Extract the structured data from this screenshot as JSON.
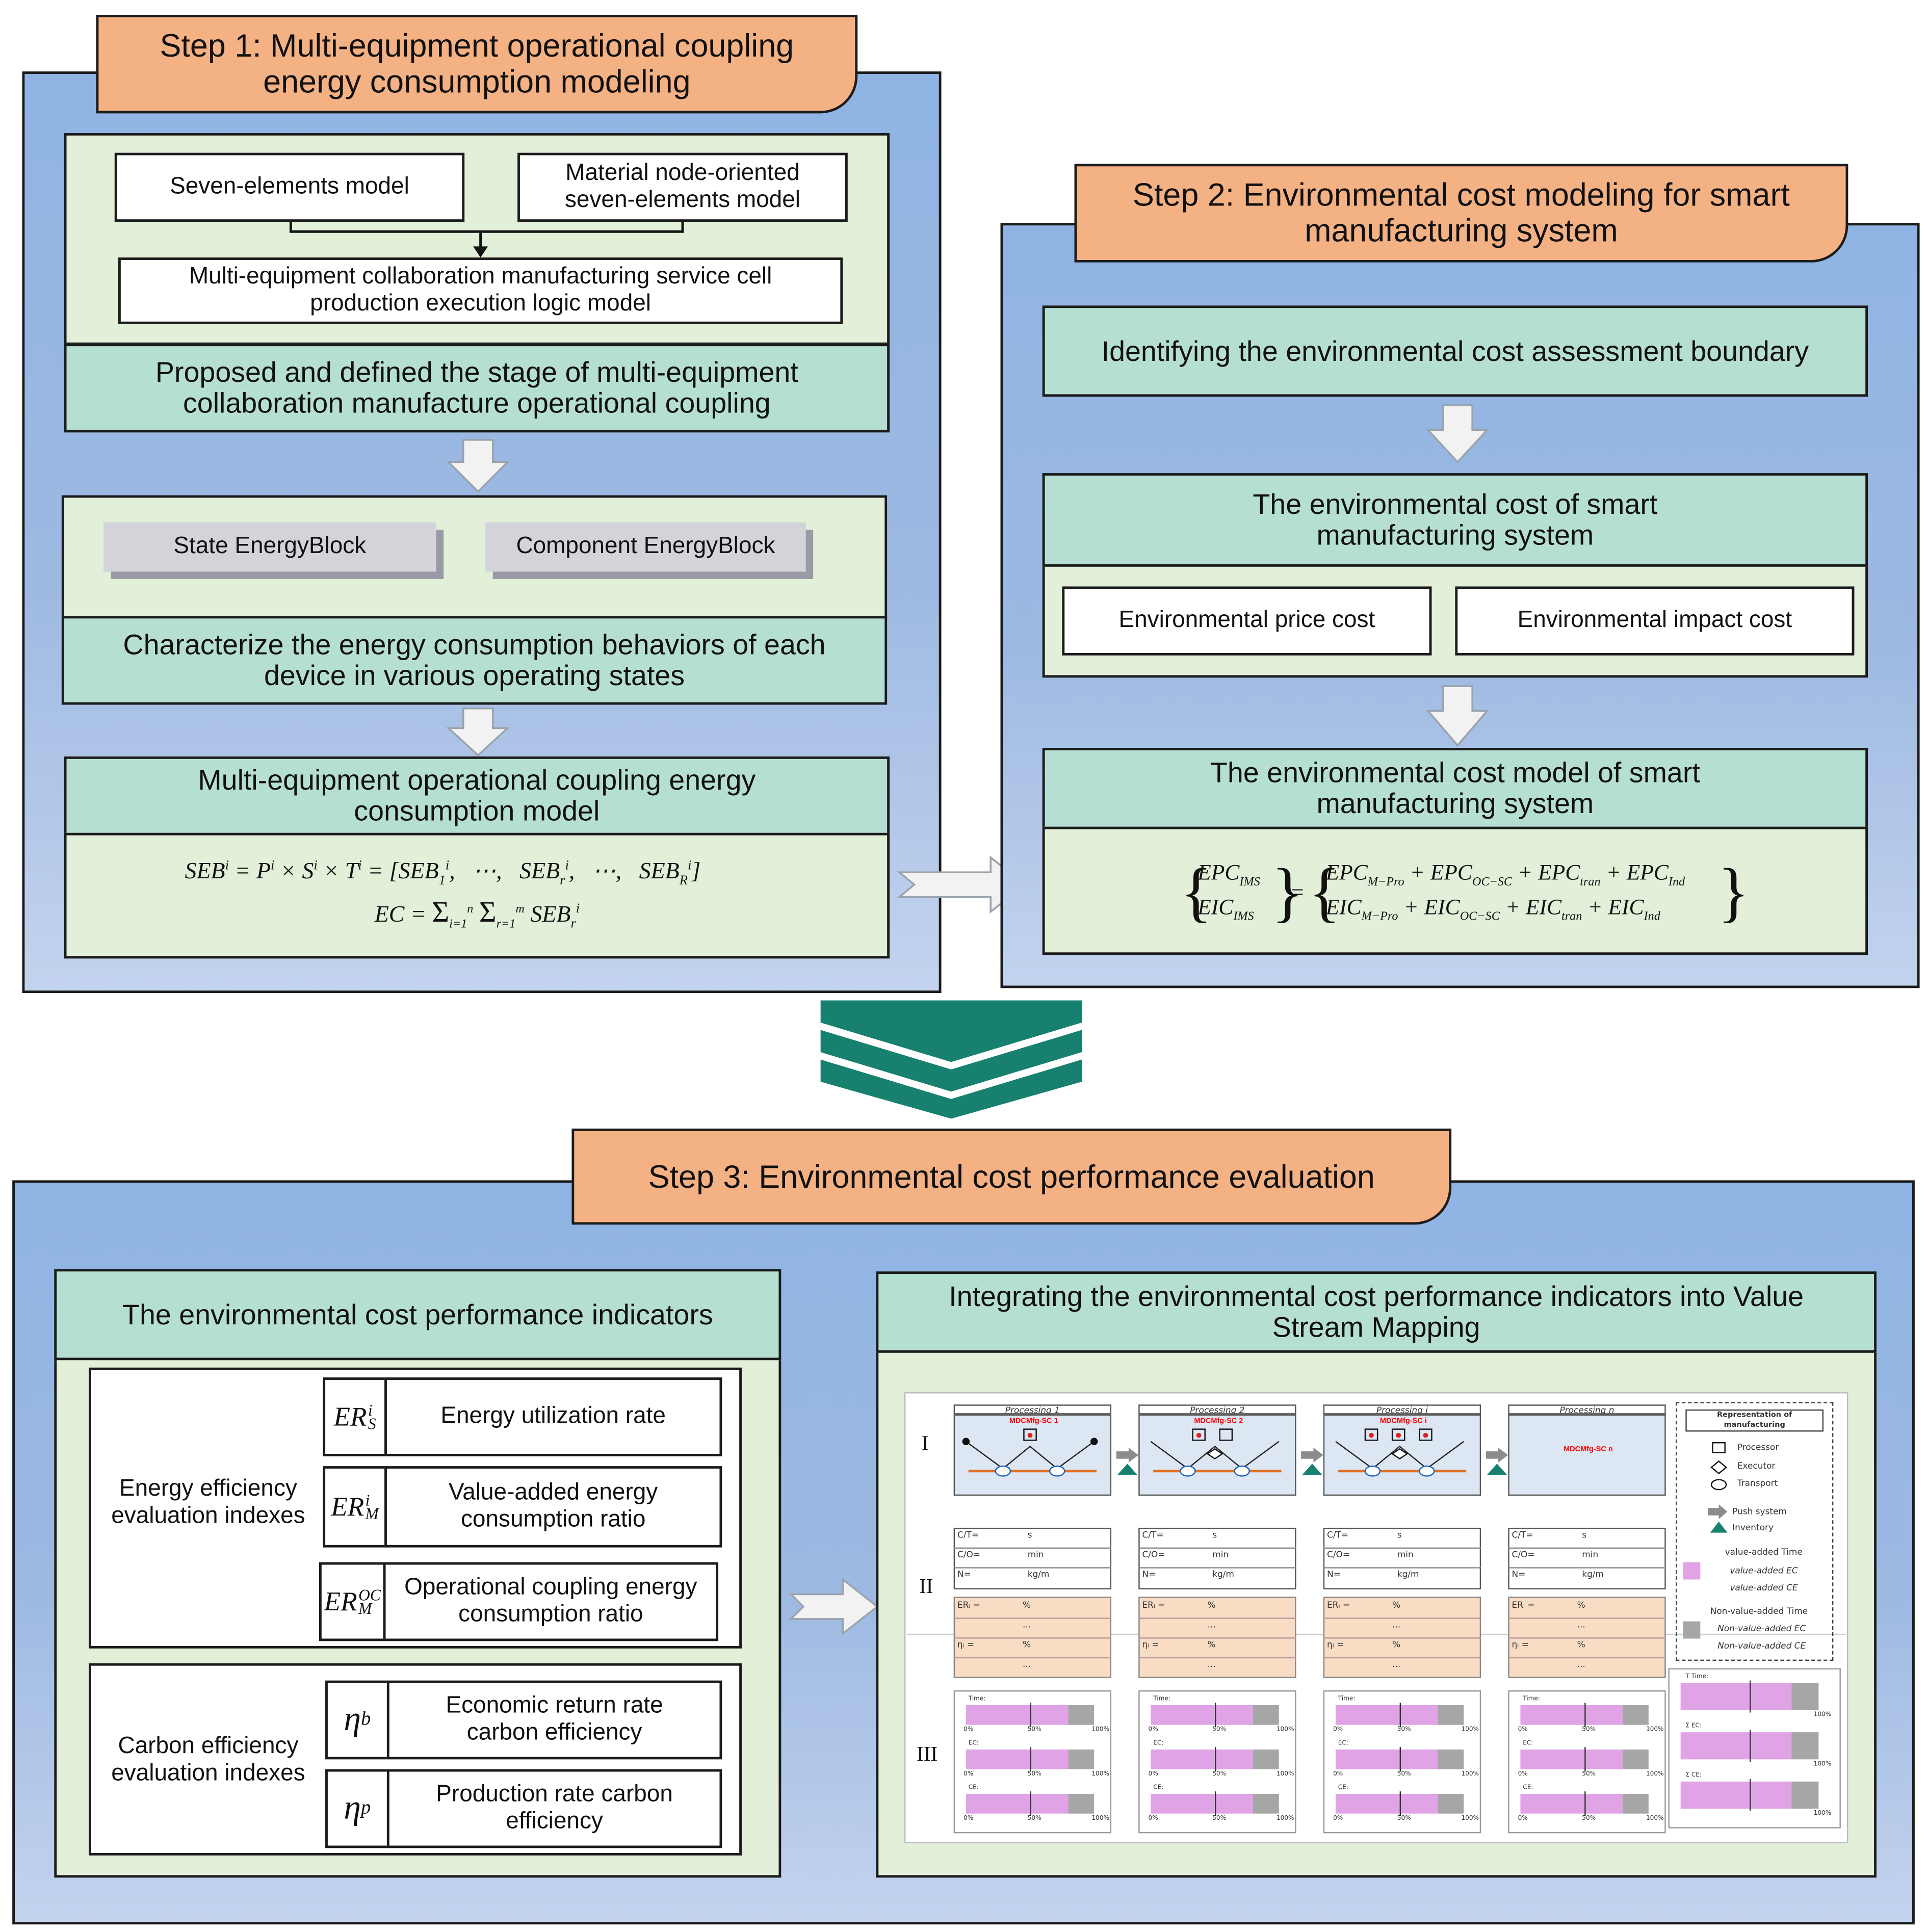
{
  "step1": {
    "title": "Step 1: Multi-equipment operational coupling energy consumption modeling",
    "seven_elements": "Seven-elements model",
    "material_node": "Material node-oriented seven-elements model",
    "logic_model": "Multi-equipment collaboration manufacturing service cell production execution logic model",
    "stage_defined": "Proposed and defined the stage of multi-equipment collaboration manufacture operational coupling",
    "state_block": "State EnergyBlock",
    "component_block": "Component EnergyBlock",
    "characterize": "Characterize the energy consumption behaviors of each device in various operating states",
    "model_title": "Multi-equipment operational coupling energy consumption model",
    "formula_seb": "SEBⁱ = Pⁱ × Sⁱ × Tⁱ = [SEB₁ⁱ, ⋯, SEBᵣⁱ, ⋯, SEB_Rⁱ]",
    "formula_ec": "EC = Σᵢ₌₁ⁿ Σᵣ₌₁ᵐ SEBᵣⁱ"
  },
  "step2": {
    "title": "Step 2: Environmental cost modeling for smart manufacturing system",
    "boundary": "Identifying the environmental cost assessment boundary",
    "cost_title": "The environmental cost of smart manufacturing system",
    "price_cost": "Environmental price cost",
    "impact_cost": "Environmental impact cost",
    "model_title": "The environmental cost model of smart manufacturing system",
    "formula": "{EPC_IMS; EIC_IMS} = {EPC_M−Pro + EPC_OC−SC + EPC_tran + EPC_Ind; EIC_M−Pro + EIC_OC−SC + EIC_tran + EIC_Ind}"
  },
  "step3": {
    "title": "Step 3: Environmental cost performance evaluation",
    "indicators_title": "The environmental cost performance indicators",
    "energy_group": "Energy efficiency evaluation indexes",
    "carbon_group": "Carbon efficiency evaluation indexes",
    "indicators": [
      {
        "symbol": "ER_S^i",
        "label": "Energy utilization rate"
      },
      {
        "symbol": "ER_M^i",
        "label": "Value-added energy consumption ratio"
      },
      {
        "symbol": "ER_M^OC",
        "label": "Operational coupling energy consumption ratio"
      },
      {
        "symbol": "η_b",
        "label": "Economic return rate carbon efficiency"
      },
      {
        "symbol": "η_p",
        "label": "Production rate carbon efficiency"
      }
    ],
    "vsm_title": "Integrating the environmental cost performance indicators into Value Stream Mapping"
  },
  "vsm": {
    "row_labels": [
      "I",
      "II",
      "III"
    ],
    "processes": [
      {
        "header": "Processing 1",
        "cell": "MDCMfg-SC 1"
      },
      {
        "header": "Processing 2",
        "cell": "MDCMfg-SC 2"
      },
      {
        "header": "Processing i",
        "cell": "MDCMfg-SC i"
      },
      {
        "header": "Processing n",
        "cell": "MDCMfg-SC n"
      }
    ],
    "data_rows": [
      {
        "label": "C/T=",
        "unit": "s"
      },
      {
        "label": "C/O=",
        "unit": "min"
      },
      {
        "label": "N=",
        "unit": "kg/m"
      }
    ],
    "ind_rows": [
      {
        "label": "ERᵢ =",
        "unit": "%"
      },
      {
        "label": "...",
        "unit": ""
      },
      {
        "label": "ηᵢ =",
        "unit": "%"
      },
      {
        "label": "...",
        "unit": ""
      }
    ],
    "bar_labels": [
      "Time:",
      "EC:",
      "CE:"
    ],
    "bar_ticks": [
      "0%",
      "50%",
      "100%"
    ],
    "bar_fraction": 0.8,
    "legend": {
      "title": "Representation of manufacturing",
      "items": [
        "Processor",
        "Executor",
        "Transport",
        "Push system",
        "Inventory"
      ],
      "value_added": [
        "value-added Time",
        "value-added EC",
        "value-added CE"
      ],
      "non_value_added": [
        "Non-value-added Time",
        "Non-value-added EC",
        "Non-value-added CE"
      ]
    },
    "totals": [
      "T Time:",
      "Σ EC:",
      "Σ CE:"
    ],
    "colors": {
      "value_added": "#e0a3e6",
      "non_value_added": "#a6a6a6",
      "teal_arrow": "#17806f",
      "process_red": "#ff0000"
    }
  }
}
